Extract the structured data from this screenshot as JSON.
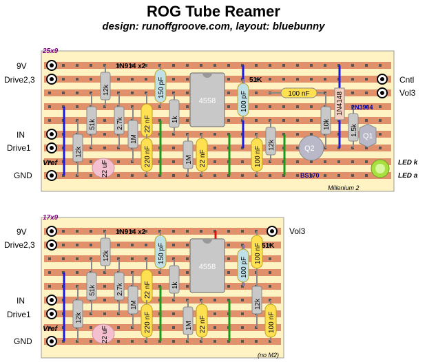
{
  "header": {
    "title": "ROG Tube Reamer",
    "subtitle": "design: runoffgroove.com, layout: bluebunny"
  },
  "layouts": [
    {
      "size": "25x9",
      "left_labels": [
        "9V",
        "Drive2,3",
        "IN",
        "Drive1",
        "Vref",
        "GND"
      ],
      "right_labels": [
        "Cntl",
        "Vol3"
      ],
      "led_labels": [
        "LED k",
        "LED a"
      ],
      "footnote": "Millenium 2",
      "components": {
        "diodes": "1N914 x2",
        "ic": "4558",
        "r51k_top": "51K",
        "cap_100nf": "100 nF",
        "diode_1n4148": "1N4148",
        "transistor_q1": "2N3904",
        "transistor_q2": "BS170",
        "q1": "Q1",
        "q2": "Q2",
        "resistors": [
          "12k",
          "51k",
          "2.7k",
          "12k",
          "1M",
          "1k",
          "1M",
          "12k",
          "10k",
          "1.5k"
        ],
        "caps": [
          "22 nF",
          "220 nF",
          "22 nF",
          "100 nF",
          "150 pF",
          "100 pF",
          "22 uF"
        ]
      }
    },
    {
      "size": "17x9",
      "left_labels": [
        "9V",
        "Drive2,3",
        "IN",
        "Drive1",
        "Vref",
        "GND"
      ],
      "right_labels": [
        "Vol3"
      ],
      "footnote": "(no M2)",
      "components": {
        "diodes": "1N914 x2",
        "ic": "4558",
        "r51k_top": "51K",
        "resistors": [
          "12k",
          "51k",
          "2.7k",
          "12k",
          "1M",
          "1k",
          "1M",
          "12k"
        ],
        "caps": [
          "22 nF",
          "220 nF",
          "22 nF",
          "100 nF",
          "100 nF",
          "150 pF",
          "100 pF",
          "22 uF"
        ]
      }
    }
  ],
  "colors": {
    "board": "#fff3c4",
    "strip": "#e0906a",
    "hole": "#555555",
    "ic": "#c8c8c8",
    "resistor": "#c8c8c8",
    "cap_film": "#ffe050",
    "cap_ceramic": "#c0e0e8",
    "cap_elec": "#f4c0d0",
    "jumper_blue": "#1a1ae0",
    "jumper_green": "#1a9a1a",
    "jumper_red": "#e01010",
    "cut": "#e01010",
    "led": "#a8e040",
    "transistor": "#b8b8c8",
    "size_label": "#800080",
    "part_label": "#0000aa"
  }
}
